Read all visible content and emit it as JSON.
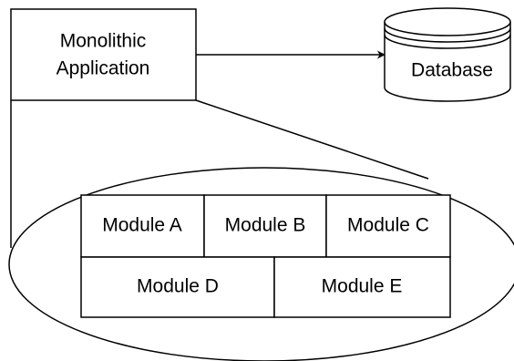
{
  "diagram": {
    "monolith": {
      "line1": "Monolithic",
      "line2": "Application"
    },
    "database": {
      "label": "Database"
    },
    "modules": {
      "a": "Module A",
      "b": "Module B",
      "c": "Module C",
      "d": "Module D",
      "e": "Module E"
    }
  }
}
